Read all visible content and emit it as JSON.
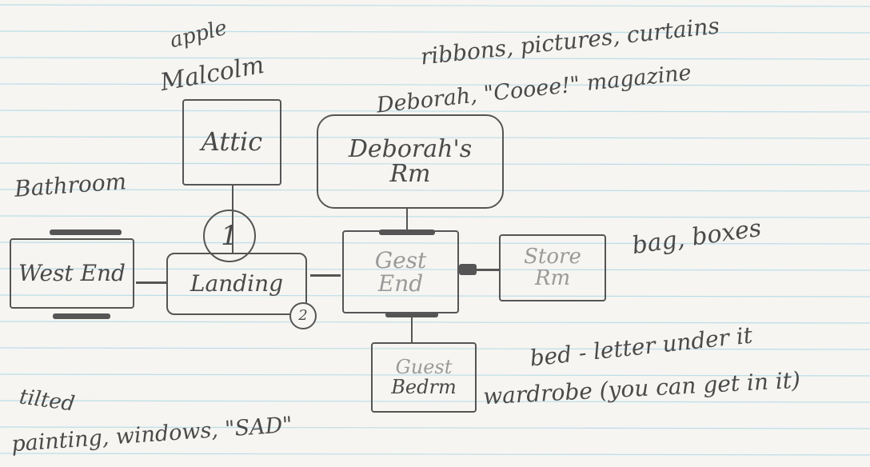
{
  "rooms": {
    "attic": "Attic",
    "deborahs_rm_line1": "Deborah's",
    "deborahs_rm_line2": "Rm",
    "west_end": "West End",
    "landing": "Landing",
    "guest_end_line1": "Gest",
    "guest_end_line2": "End",
    "store_rm_line1": "Store",
    "store_rm_line2": "Rm",
    "guest_bedrm_line1": "Guest",
    "guest_bedrm_line2": "Bedrm"
  },
  "notes": {
    "attic_line1": "apple",
    "attic_line2": "Malcolm",
    "deborah_line1": "ribbons, pictures, curtains",
    "deborah_line2": "Deborah, \"Cooee!\" magazine",
    "bathroom": "Bathroom",
    "store": "bag, boxes",
    "guest_line1": "bed - letter under it",
    "guest_line2": "wardrobe (you can get in it)",
    "west_line1": "tilted",
    "west_line2": "painting, windows, \"SAD\""
  },
  "markers": {
    "landing_circle": "1",
    "landing_corner": "2"
  },
  "colors": {
    "pencil": "#4a4a4a",
    "ruled_line": "#bcdde8",
    "paper": "#f6f5f1"
  }
}
